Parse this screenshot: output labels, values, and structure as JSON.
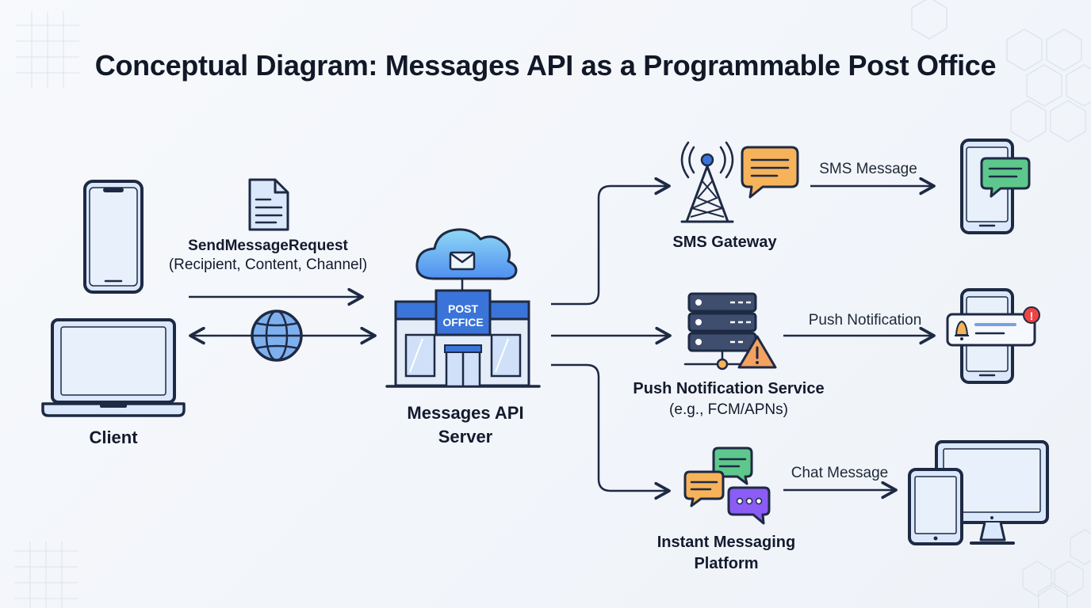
{
  "title": "Conceptual Diagram: Messages API as a Programmable Post Office",
  "client": {
    "label": "Client"
  },
  "request": {
    "name": "SendMessageRequest",
    "fields": "(Recipient, Content, Channel)"
  },
  "server": {
    "sign_line1": "POST",
    "sign_line2": "OFFICE",
    "label_line1": "Messages API",
    "label_line2": "Server"
  },
  "sms": {
    "label": "SMS Gateway",
    "edge_label": "SMS Message"
  },
  "push": {
    "label": "Push Notification Service",
    "sub": "(e.g., FCM/APNs)",
    "edge_label": "Push Notification",
    "badge": "!"
  },
  "im": {
    "label_line1": "Instant Messaging",
    "label_line2": "Platform",
    "edge_label": "Chat Message"
  },
  "colors": {
    "stroke": "#1e2a44",
    "blue_fill": "#dbe8fb",
    "accent_blue": "#3b74d8",
    "orange": "#f6b35a",
    "green": "#5ec88c",
    "purple": "#8b5cf6",
    "red": "#ef4444"
  }
}
